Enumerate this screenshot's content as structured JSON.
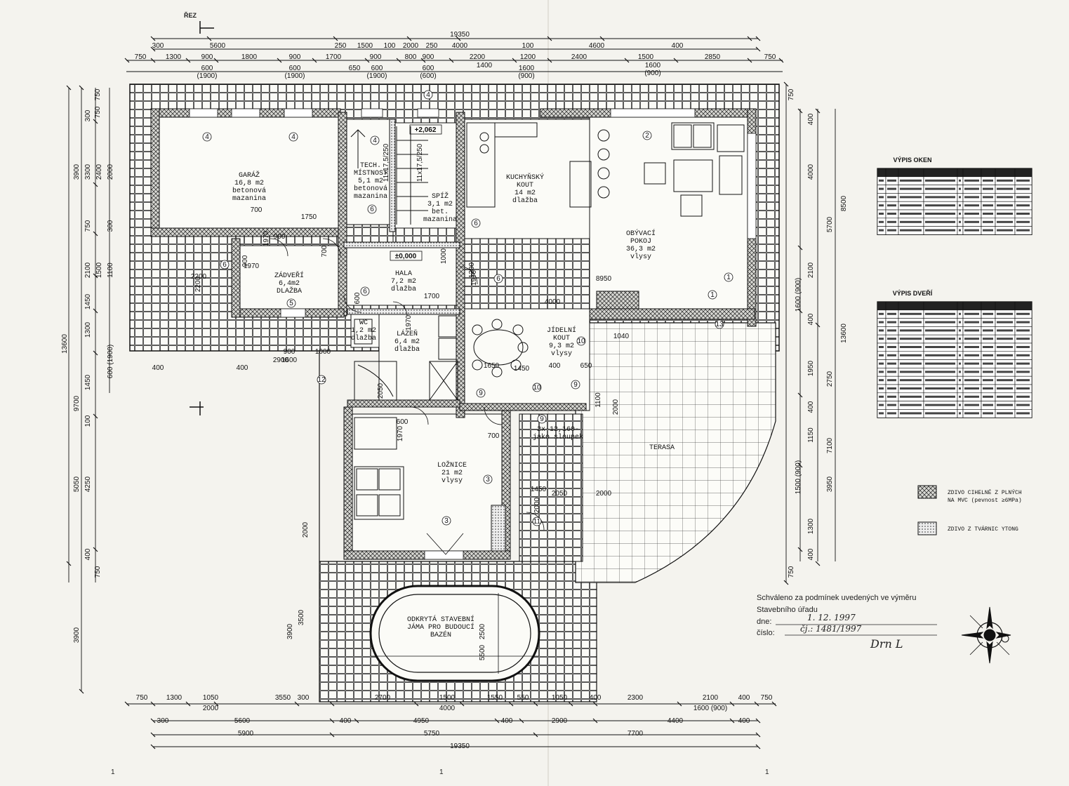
{
  "section_marker": "ŘEZ",
  "dims_top": {
    "overall": "19350",
    "row1": [
      "300",
      "5600",
      "250",
      "1500",
      "100",
      "2000",
      "250",
      "4000",
      "100",
      "4600",
      "400"
    ],
    "row2": [
      "750",
      "1300",
      "900",
      "1800",
      "900",
      "1700",
      "900",
      "800",
      "900",
      "2200",
      "1200",
      "2400",
      "1500",
      "2850",
      "750"
    ],
    "row3": [
      "600 (1900)",
      "600 (1900)",
      "650",
      "600 (1900)",
      "600 (600)",
      "1400",
      "1600 (900)",
      "1600 (900)"
    ]
  },
  "dims_bottom": {
    "row1": [
      "750",
      "1300",
      "1050",
      "3550",
      "300",
      "2700",
      "1500",
      "1550",
      "550",
      "1050",
      "400",
      "2300",
      "2100",
      "400",
      "750"
    ],
    "row2": [
      "2000",
      "4000",
      "1600 (900)"
    ],
    "row3": [
      "300",
      "5600",
      "400",
      "4950",
      "400",
      "2900",
      "4400",
      "400"
    ],
    "row4": [
      "5900",
      "5750",
      "7700"
    ],
    "overall": "19350"
  },
  "dims_left": [
    "750",
    "750",
    "300",
    "3900",
    "3300",
    "2400",
    "2000",
    "750",
    "300",
    "2100",
    "1500",
    "1100",
    "1450",
    "13600",
    "9700",
    "600 (1900)",
    "1300",
    "1450",
    "100",
    "4250",
    "5050",
    "400",
    "750",
    "3900"
  ],
  "dims_right": [
    "750",
    "400",
    "4000",
    "5700",
    "8500",
    "2100",
    "1600 (900)",
    "400",
    "13600",
    "1950",
    "2750",
    "400",
    "1150",
    "7100",
    "1500 (900)",
    "3950",
    "1300",
    "400",
    "750"
  ],
  "interior_dims": [
    "1750",
    "700",
    "900",
    "1970",
    "2200",
    "900",
    "1970",
    "700",
    "1000",
    "1200",
    "1970",
    "1700",
    "8950",
    "4000",
    "600",
    "1970",
    "2050",
    "1650",
    "1450",
    "400",
    "650",
    "1040",
    "2000",
    "1100",
    "600",
    "1970",
    "700",
    "2000",
    "1450",
    "2050",
    "2000",
    "5500",
    "2500",
    "3900",
    "3500",
    "2000",
    "2200",
    "900",
    "1000",
    "1600",
    "2900",
    "400",
    "400"
  ],
  "rooms": [
    {
      "id": "garaz",
      "lines": [
        "GARÁŽ",
        "16,8 m2",
        "betonová",
        "mazanina"
      ]
    },
    {
      "id": "tech",
      "lines": [
        "TECH.",
        "MÍSTNOST",
        "5,1 m2",
        "betonová",
        "mazanina"
      ]
    },
    {
      "id": "spiz",
      "lines": [
        "SPÍŽ",
        "3,1 m2",
        "bet.",
        "mazanina"
      ]
    },
    {
      "id": "kuchyn",
      "lines": [
        "KUCHYŇSKÝ",
        "KOUT",
        "14 m2",
        "dlažba"
      ]
    },
    {
      "id": "obyvaci",
      "lines": [
        "OBÝVACÍ",
        "POKOJ",
        "36,3 m2",
        "vlysy"
      ]
    },
    {
      "id": "zadveri",
      "lines": [
        "ZÁDVEŘÍ",
        "6,4m2",
        "DLAŽBA"
      ]
    },
    {
      "id": "hala",
      "lines": [
        "HALA",
        "7,2 m2",
        "dlažba"
      ]
    },
    {
      "id": "wc",
      "lines": [
        "WC",
        "1,2 m2",
        "dlažba"
      ]
    },
    {
      "id": "lazen",
      "lines": [
        "LÁZEŇ",
        "6,4 m2",
        "dlažba"
      ]
    },
    {
      "id": "jidelni",
      "lines": [
        "JÍDELNÍ",
        "KOUT",
        "9,3 m2",
        "vlysy"
      ]
    },
    {
      "id": "loznice",
      "lines": [
        "LOŽNICE",
        "21 m2",
        "vlysy"
      ]
    },
    {
      "id": "terasa",
      "lines": [
        "TERASA"
      ]
    },
    {
      "id": "bazen",
      "lines": [
        "ODKRYTÁ STAVEBNÍ",
        "JÁMA PRO BUDOUCÍ",
        "BAZÉN"
      ]
    }
  ],
  "stair_labels": [
    "11x17,5/250",
    "11x17,5/250"
  ],
  "levels": [
    "+2,062",
    "±0,000"
  ],
  "misc_labels": [
    "2x-12,160-",
    "jako sloupek"
  ],
  "markers": [
    "4",
    "4",
    "4",
    "4",
    "2",
    "1",
    "1",
    "5",
    "6",
    "6",
    "6",
    "6",
    "6",
    "9",
    "9",
    "9",
    "10",
    "10",
    "11",
    "3",
    "3",
    "12",
    "13"
  ],
  "window_table": {
    "title": "VÝPIS OKEN",
    "columns": 9,
    "rows": 8
  },
  "door_table": {
    "title": "VÝPIS DVEŘÍ",
    "columns": 9,
    "rows": 14
  },
  "legend": [
    {
      "pattern": "cross",
      "lines": [
        "ZDIVO CIHELNÉ Z PLNÝCH",
        "NA MVC (pevnost ≥6MPa)"
      ]
    },
    {
      "pattern": "dots",
      "lines": [
        "ZDIVO Z TVÁRNIC YTONG"
      ]
    }
  ],
  "approval": {
    "line1": "Schváleno za podmínek uvedených ve výměru",
    "line2": "Stavebního úřadu",
    "date_label": "dne:",
    "date_value": "1. 12. 1997",
    "number_label": "číslo:",
    "number_value": "čj.: 1481/1997",
    "signature": "Drn L"
  },
  "page_marks": [
    "1",
    "1",
    "1"
  ]
}
